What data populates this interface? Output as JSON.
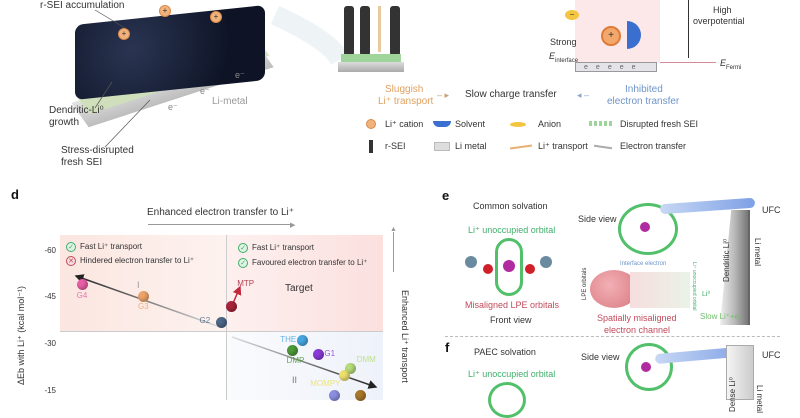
{
  "panel_top_left": {
    "rsei_label": "r-SEI accumulation",
    "li_metal_label": "Li-metal",
    "dendritic_label_1": "Dendritic-Li⁰",
    "dendritic_label_2": "growth",
    "stress_label_1": "Stress-disrupted",
    "stress_label_2": "fresh SEI",
    "electron": "e⁻",
    "cation_symbol": "+"
  },
  "panel_top_right": {
    "sluggish_1": "Sluggish",
    "sluggish_2": "Li⁺ transport",
    "slow_charge": "Slow charge transfer",
    "inhibited_1": "Inhibited",
    "inhibited_2": "electron transfer",
    "strong": "Strong",
    "e_interface": "E",
    "e_interface_sub": "interface",
    "e_fermi": "E",
    "e_fermi_sub": "Fermi",
    "high_1": "High",
    "high_2": "overpotential",
    "electron": "e",
    "anion_symbol": "−"
  },
  "legend": [
    {
      "icon": "li-cation-icon",
      "label": "Li⁺ cation"
    },
    {
      "icon": "solvent-icon",
      "label": "Solvent"
    },
    {
      "icon": "anion-icon",
      "label": "Anion"
    },
    {
      "icon": "disrupted-sei-icon",
      "label": "Disrupted fresh SEI"
    },
    {
      "icon": "r-sei-icon",
      "label": "r-SEI"
    },
    {
      "icon": "li-metal-icon",
      "label": "Li metal"
    },
    {
      "icon": "li-transport-icon",
      "label": "Li⁺ transport"
    },
    {
      "icon": "electron-transfer-icon",
      "label": "Electron transfer"
    }
  ],
  "panel_d": {
    "letter": "d",
    "top_arrow_label": "Enhanced electron transfer to Li⁺",
    "right_arrow_label": "Enhanced Li⁺ transport",
    "q_left_1": "Fast Li⁺ transport",
    "q_left_2": "Hindered electron transfer to Li⁺",
    "q_right_1": "Fast Li⁺ transport",
    "q_right_2": "Favoured electron transfer to Li⁺",
    "region_I": "I",
    "region_II": "II",
    "target": "Target"
  },
  "chart_data": {
    "type": "scatter",
    "title": "",
    "xlabel": "Enhanced electron transfer to Li⁺",
    "ylabel": "ΔEb with Li⁺ (kcal mol⁻¹)",
    "yticks": [
      "-60",
      "-45",
      "-30",
      "-15"
    ],
    "ylim": [
      -65,
      -12
    ],
    "xlim": [
      0,
      10
    ],
    "grid": false,
    "quadrant_divider": {
      "x": 5.1,
      "y": -35
    },
    "points": [
      {
        "name": "G4",
        "x": 0.7,
        "y": -49,
        "color": "#e85fa8"
      },
      {
        "name": "G3",
        "x": 2.6,
        "y": -45.3,
        "color": "#eda46a"
      },
      {
        "name": "G2",
        "x": 5.0,
        "y": -37,
        "color": "#4d6788"
      },
      {
        "name": "MTP",
        "x": 5.3,
        "y": -42,
        "color": "#a8243a"
      },
      {
        "name": "THE",
        "x": 7.5,
        "y": -31,
        "color": "#48a7e0"
      },
      {
        "name": "DMP",
        "x": 7.2,
        "y": -28,
        "color": "#4e9a3a"
      },
      {
        "name": "G1",
        "x": 8.0,
        "y": -26.5,
        "color": "#8a3ad8"
      },
      {
        "name": "DMM",
        "x": 9.0,
        "y": -22,
        "color": "#b5dc7a"
      },
      {
        "name": "MOMPY",
        "x": 8.8,
        "y": -20,
        "color": "#ece070"
      },
      {
        "name": "",
        "x": 8.5,
        "y": -13.5,
        "color": "#8b8fe0"
      },
      {
        "name": "",
        "x": 9.3,
        "y": -13.5,
        "color": "#a8782a"
      }
    ]
  },
  "panel_e": {
    "letter": "e",
    "title": "Common solvation",
    "orbital": "Li⁺ unoccupied orbital",
    "misaligned": "Misaligned LPE orbitals",
    "front_view": "Front view",
    "side_view": "Side view",
    "interface_electron": "Interface electron",
    "lpe_orbitals": "LPE orbitals",
    "li_unocc": "Li⁺ unoccupied orbital",
    "channel_1": "Spatially misaligned",
    "channel_2": "electron channel",
    "li0": "Li⁰",
    "slow": "Slow Li⁺+e",
    "dendritic": "Dendritic Li⁰",
    "li_metal": "Li metal",
    "ufc": "UFC"
  },
  "panel_f": {
    "letter": "f",
    "title": "PAEC solvation",
    "orbital": "Li⁺ unoccupied orbital",
    "side_view": "Side view",
    "ufc": "UFC",
    "dense": "Dense Li⁰",
    "li_metal": "Li metal"
  }
}
